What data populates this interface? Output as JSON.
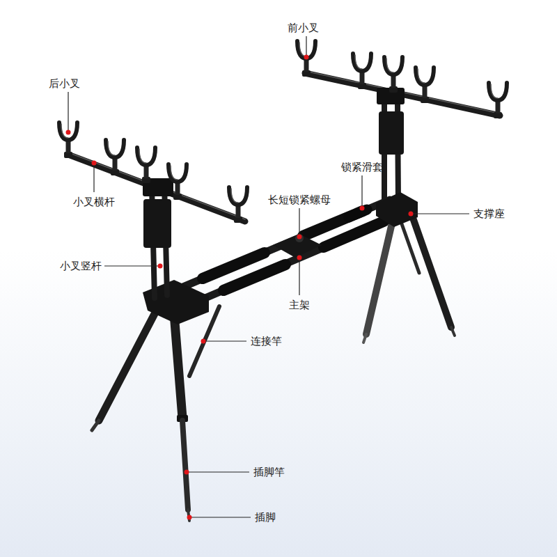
{
  "diagram": {
    "labels": [
      "前小叉",
      "后小叉",
      "锁紧滑套",
      "小叉横杆",
      "长短锁紧螺母",
      "支撑座",
      "小叉竖杆",
      "主架",
      "连接竿",
      "插脚竿",
      "插脚"
    ]
  }
}
